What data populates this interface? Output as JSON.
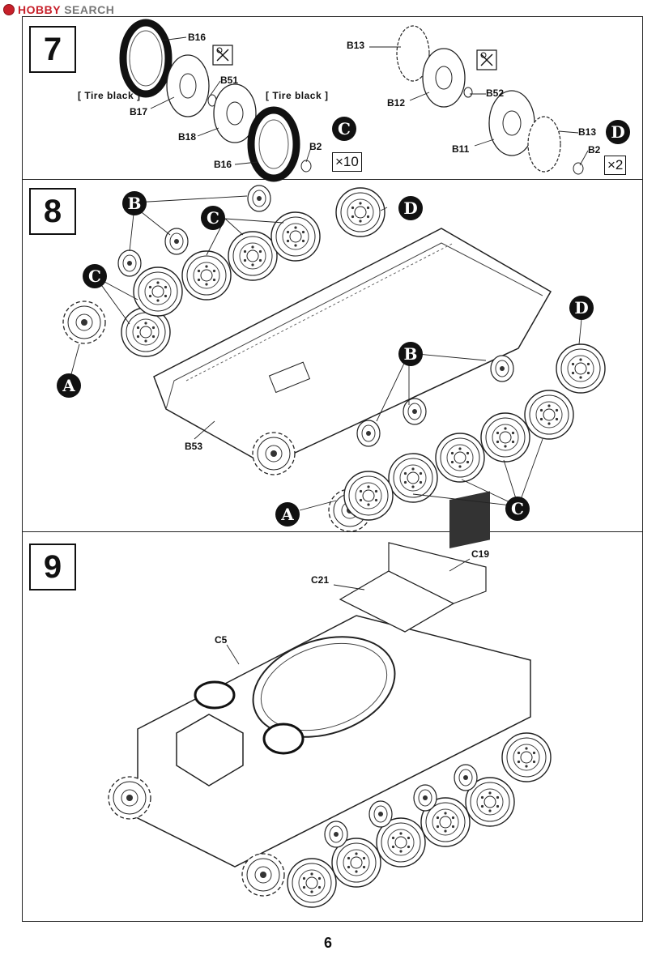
{
  "watermark": {
    "primary": "HOBBY",
    "secondary": " SEARCH"
  },
  "page_number": "6",
  "steps": [
    {
      "number": "7",
      "paint_notes": [
        "[ Tire black ]",
        "[ Tire black ]"
      ],
      "quantities": [
        "×10",
        "×2"
      ],
      "badges": [
        "C",
        "D"
      ],
      "parts": [
        "B16",
        "B51",
        "B17",
        "B18",
        "B16",
        "B2",
        "B13",
        "B52",
        "B12",
        "B13",
        "B11",
        "B2"
      ]
    },
    {
      "number": "8",
      "badges": [
        "B",
        "C",
        "D",
        "C",
        "A",
        "B",
        "D",
        "A",
        "C"
      ],
      "parts": [
        "B53"
      ]
    },
    {
      "number": "9",
      "parts": [
        "C19",
        "C21",
        "C5"
      ]
    }
  ],
  "colors": {
    "ink": "#111111",
    "watermark_red": "#c7202a",
    "watermark_gray": "#777777"
  },
  "icons": [
    "trim-cutter-icon",
    "trim-cutter-icon"
  ]
}
